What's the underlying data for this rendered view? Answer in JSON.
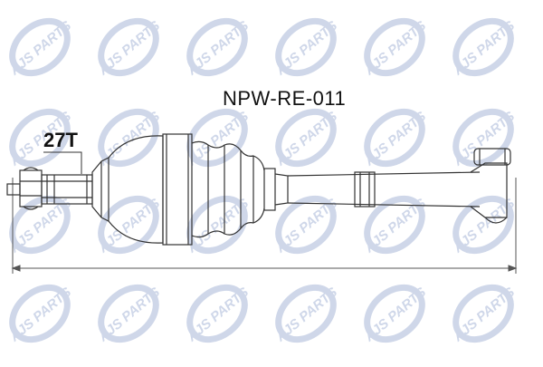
{
  "product": {
    "part_code": "NPW-RE-011",
    "spline_teeth": "27T"
  },
  "watermark": {
    "text": "AJS PARTS",
    "color": "#2a4fa0"
  },
  "colors": {
    "outline": "#333333",
    "background": "#ffffff"
  }
}
